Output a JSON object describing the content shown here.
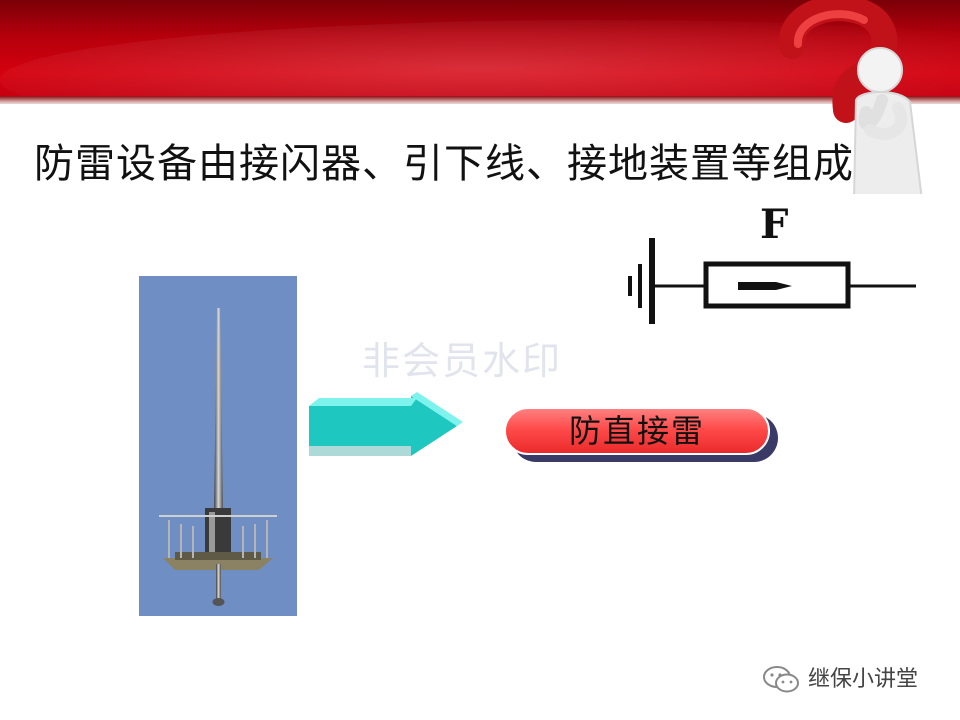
{
  "slide": {
    "title": "防雷设备由接闪器、引下线、接地装置等组成",
    "symbol_label": "F",
    "button_label": "防直接雷",
    "watermark_text": "非会员水印",
    "footer_text": "继保小讲堂"
  },
  "colors": {
    "banner_red": "#d4000e",
    "rod_panel_blue": "#6f8fc4",
    "arrow_cyan": "#1ec8c0",
    "pill_red": "#ff4b4b",
    "mascot_question_red": "#d41a1a"
  },
  "icons": {
    "mascot": "thinking-figure-with-question-mark",
    "arrow": "right-arrow-block",
    "symbol": "lightning-arrester-symbol",
    "footer": "wechat-icon"
  }
}
